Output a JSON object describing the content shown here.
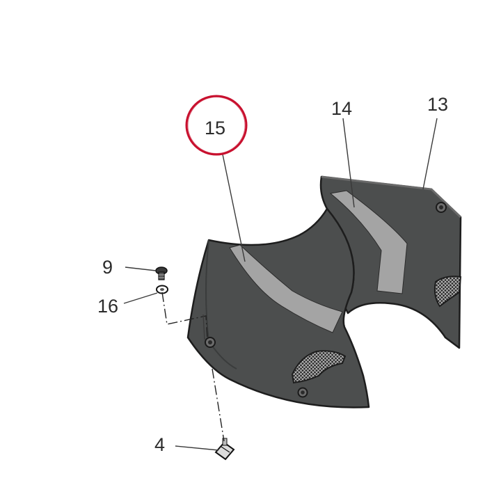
{
  "callouts": {
    "c15": "15",
    "c14": "14",
    "c13": "13",
    "c9": "9",
    "c16": "16",
    "c4": "4"
  },
  "colors": {
    "panel": "#4c4e4e",
    "panel_edge": "#1d1d1d",
    "stripe": "#a4a4a4",
    "highlight_circle": "#c8102e"
  }
}
